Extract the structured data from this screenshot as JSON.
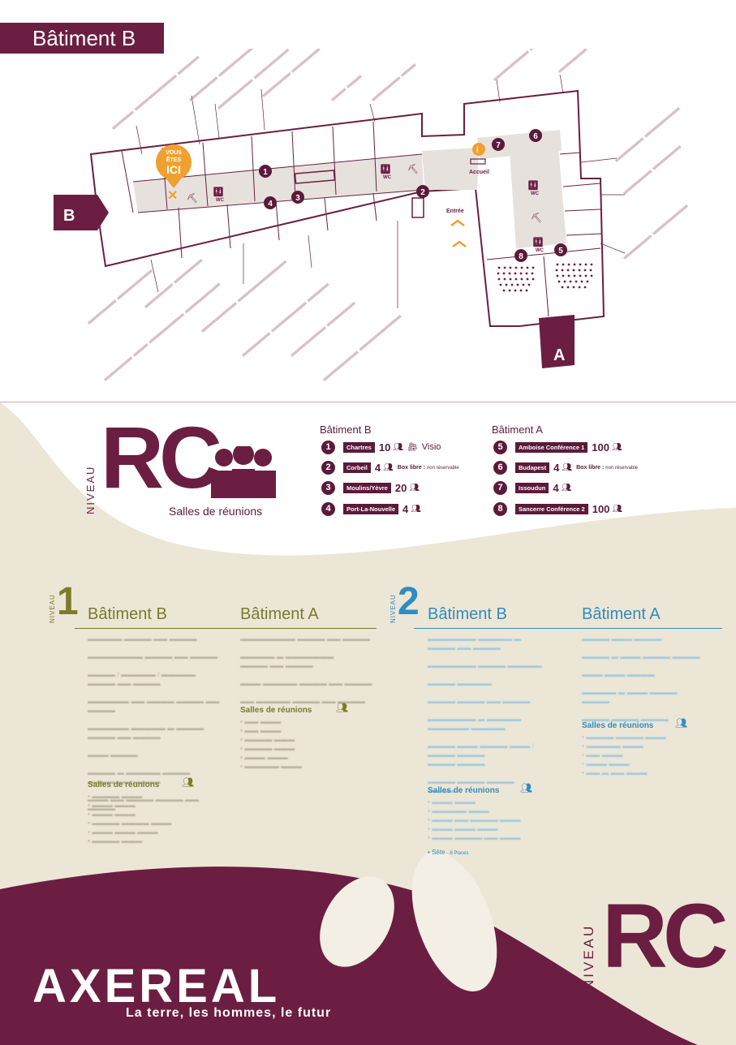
{
  "header": {
    "building_tag": "Bâtiment B"
  },
  "map": {
    "you_are_here": [
      "VOUS",
      "ÊTES",
      "ICI"
    ],
    "building_b_label": "B",
    "building_a_label": "A",
    "entry_label": "Entrée",
    "reception_label": "Accueil",
    "wc_label": "WC",
    "markers": [
      "1",
      "2",
      "3",
      "4",
      "5",
      "6",
      "7",
      "8"
    ]
  },
  "legend": {
    "niveau_word": "NIVEAU",
    "level_code": "RC",
    "subtitle": "Salles de réunions",
    "col_b_title": "Bâtiment B",
    "col_a_title": "Bâtiment A",
    "rooms_b": [
      {
        "num": "1",
        "name": "Chartres",
        "cap": "10",
        "extra": "Visio",
        "note": ""
      },
      {
        "num": "2",
        "name": "Corbeil",
        "cap": "4",
        "extra": "",
        "note": "Box libre :",
        "note2": "non réservable"
      },
      {
        "num": "3",
        "name": "Moulins/Yèvre",
        "cap": "20",
        "extra": "",
        "note": ""
      },
      {
        "num": "4",
        "name": "Port-La-Nouvelle",
        "cap": "4",
        "extra": "",
        "note": ""
      }
    ],
    "rooms_a": [
      {
        "num": "5",
        "name": "Amboise Conférence 1",
        "cap": "100",
        "extra": "",
        "note": ""
      },
      {
        "num": "6",
        "name": "Budapest",
        "cap": "4",
        "extra": "",
        "note": "Box libre :",
        "note2": "non réservable"
      },
      {
        "num": "7",
        "name": "Issoudun",
        "cap": "4",
        "extra": "",
        "note": ""
      },
      {
        "num": "8",
        "name": "Sancerre Conférence 2",
        "cap": "100",
        "extra": "",
        "note": ""
      }
    ]
  },
  "niveau1": {
    "niveau_word": "NIVEAU",
    "num": "1",
    "col_b": "Bâtiment B",
    "col_a": "Bâtiment A",
    "salles": "Salles de réunions"
  },
  "niveau2": {
    "niveau_word": "NIVEAU",
    "num": "2",
    "col_b": "Bâtiment B",
    "col_a": "Bâtiment A",
    "salles_b": "Salles de réunions",
    "salles_a": "Salles de réunions",
    "last_room": "• Sète",
    "last_room_note": "- 8 Places"
  },
  "footer": {
    "brand": "AXEREAL",
    "tagline": "La terre, les hommes, le futur",
    "niveau_word": "NIVEAU",
    "level_code": "RC"
  },
  "colors": {
    "primary": "#6b1e42",
    "accent": "#f0a030",
    "olive": "#7c7a2c",
    "blue": "#2f8cbf",
    "sand": "#ece6d6"
  }
}
